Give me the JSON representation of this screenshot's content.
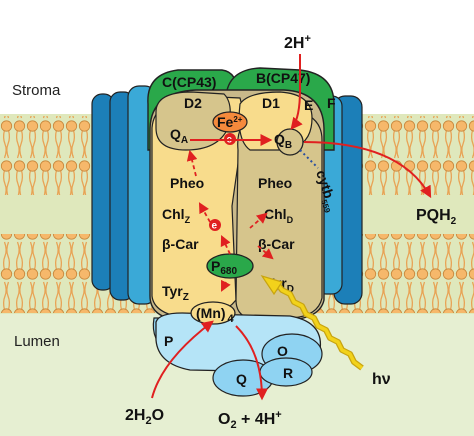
{
  "regions": {
    "stroma": "Stroma",
    "lumen": "Lumen"
  },
  "subunits": {
    "cp43": "C(CP43)",
    "cp47": "B(CP47)",
    "d2": "D2",
    "d1": "D1",
    "e": "E",
    "f": "F",
    "p": "P",
    "o": "O",
    "q": "Q",
    "r": "R"
  },
  "cofactors": {
    "fe": "Fe",
    "fe_sup": "2+",
    "qa": "Q",
    "qa_sub": "A",
    "qb": "Q",
    "qb_sub": "B",
    "pheo_left": "Pheo",
    "pheo_right": "Pheo",
    "chlz": "Chl",
    "chlz_sub": "Z",
    "chld": "Chl",
    "chld_sub": "D",
    "bcar_left": "β-Car",
    "bcar_right": "β-Car",
    "p680": "P",
    "p680_sub": "680",
    "tyrz": "Tyr",
    "tyrz_sub": "Z",
    "tyrd": "Tyr",
    "tyrd_sub": "D",
    "mn": "(Mn)",
    "mn_sub": "4",
    "cytb": "cytb",
    "cytb_sub": "559",
    "electron": "e"
  },
  "reactions": {
    "protons_in": "2H",
    "protons_in_sup": "+",
    "pqh2": "PQH",
    "pqh2_sub": "2",
    "water": "2H",
    "water_sub": "2",
    "water_tail": "O",
    "o2": "O",
    "o2_sub": "2",
    "o2_tail": " + 4H",
    "o2_sup": "+",
    "light": "hν"
  },
  "colors": {
    "membrane_green": "#dfe8bc",
    "lumen_green": "#e6efd2",
    "lipid_head": "#f6b86b",
    "lipid_edge": "#c8863a",
    "lipid_tail": "#e8a355",
    "cp43": "#2aa84a",
    "cp47": "#2aa84a",
    "outer_blue": "#1c7fb8",
    "inner_blue": "#3aa9d7",
    "d1": "#f8dc8c",
    "d2": "#d6c58c",
    "core": "#c9b98a",
    "oec": "#8fd3f2",
    "arrow": "#e02020",
    "photon": "#f2d21b"
  }
}
